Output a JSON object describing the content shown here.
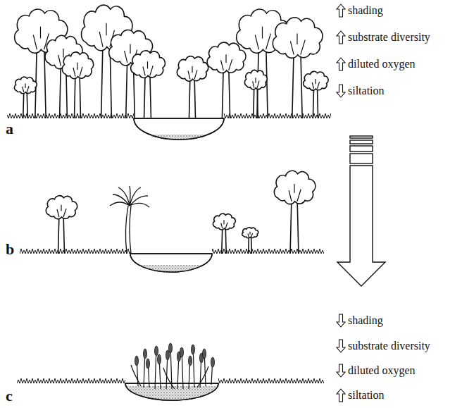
{
  "diagram": {
    "labels": [
      "shading",
      "substrate diversity",
      "diluted oxygen",
      "siltation",
      "a",
      "b",
      "c",
      "shading",
      "substrate diversity",
      "diluted oxygen",
      "siltation"
    ]
  }
}
